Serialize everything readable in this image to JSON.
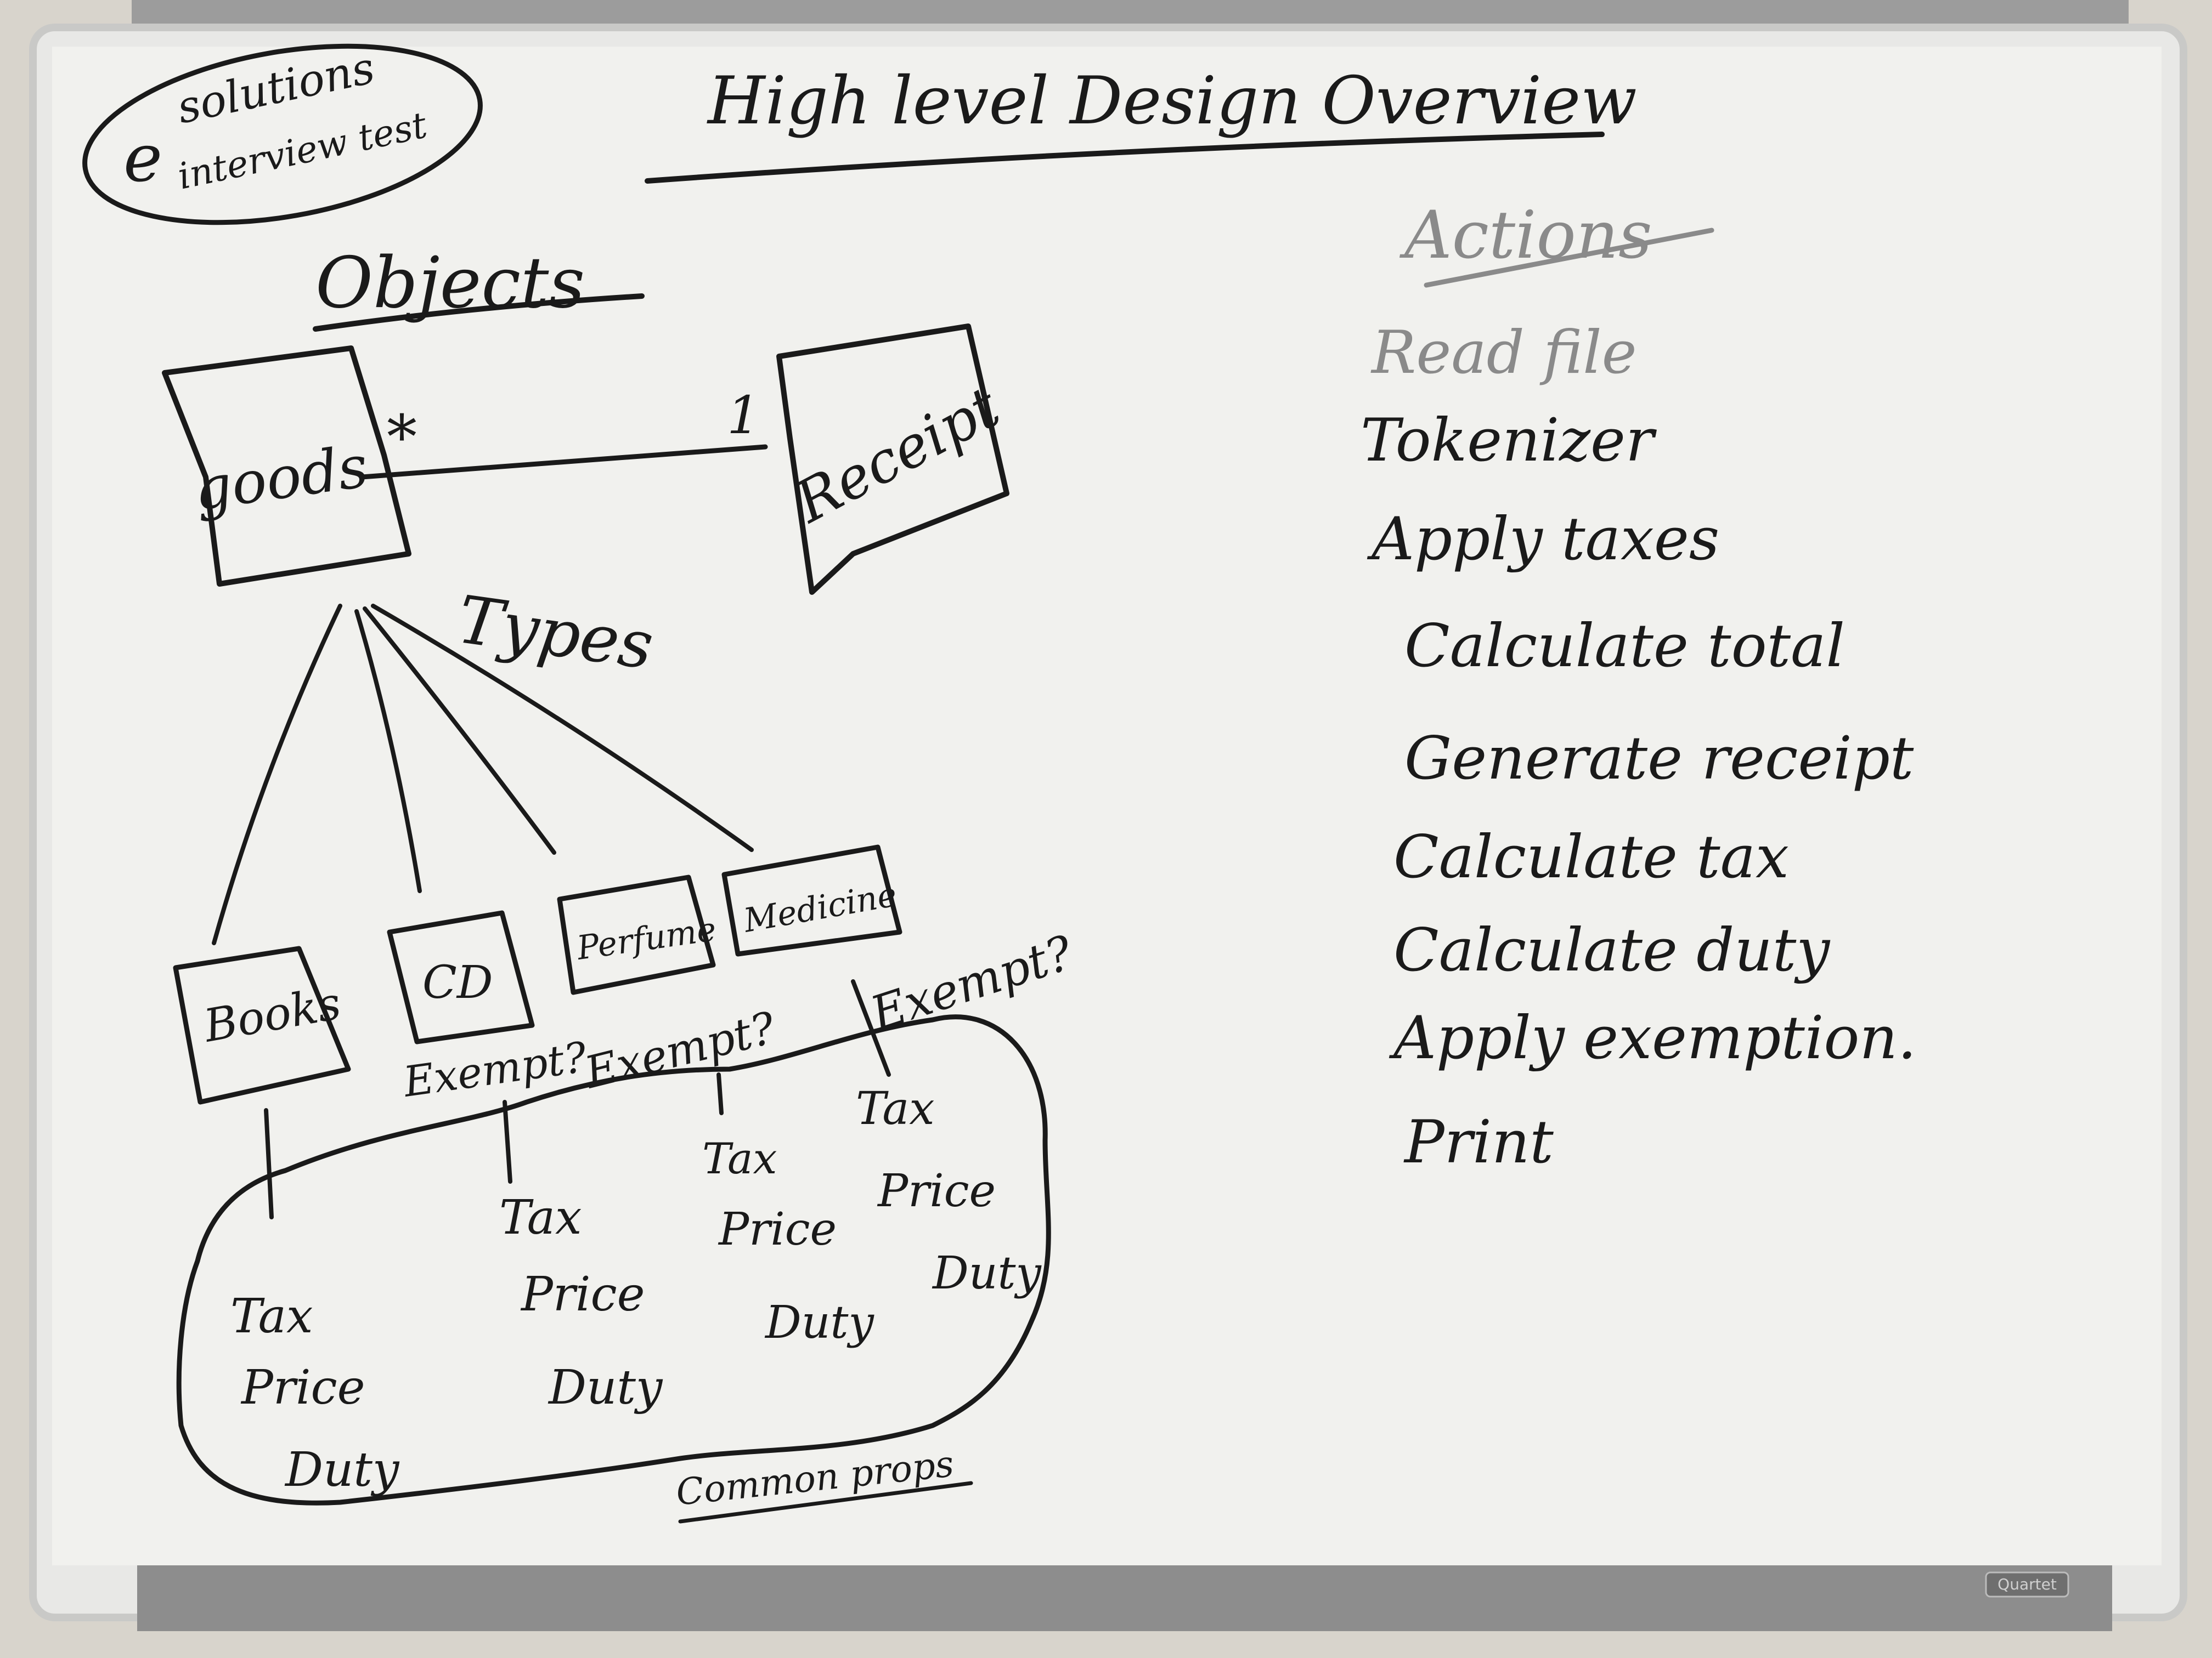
{
  "board": {
    "brand": "Quartet",
    "colors": {
      "board": "#f1f1ee",
      "marker": "#1a1a1a",
      "tray": "#8d8d8d",
      "wall": "#d8d4cc"
    }
  },
  "badge": {
    "line1": "solutions",
    "prefix": "e",
    "line2": "interview test"
  },
  "title": "High level Design Overview",
  "objects_heading": "Objects",
  "uml": {
    "goods": "goods",
    "receipt": "Receipt",
    "many_marker": "*",
    "one_marker": "1",
    "types_label": "Types"
  },
  "types": [
    "Books",
    "CD",
    "Perfume",
    "Medicine"
  ],
  "exempt_labels": [
    "Exempt?",
    "Exempt?",
    "Exempt?"
  ],
  "props_groups": [
    [
      "Tax",
      "Price",
      "Duty"
    ],
    [
      "Tax",
      "Price",
      "Duty"
    ],
    [
      "Tax",
      "Price",
      "Duty"
    ],
    [
      "Tax",
      "Price",
      "Duty"
    ]
  ],
  "common_props_label": "Common props",
  "actions_heading": "Actions",
  "actions": [
    "Read file",
    "Tokenizer",
    "Apply taxes",
    "Calculate total",
    "Generate receipt",
    "Calculate tax",
    "Calculate duty",
    "Apply exemption.",
    "Print"
  ]
}
